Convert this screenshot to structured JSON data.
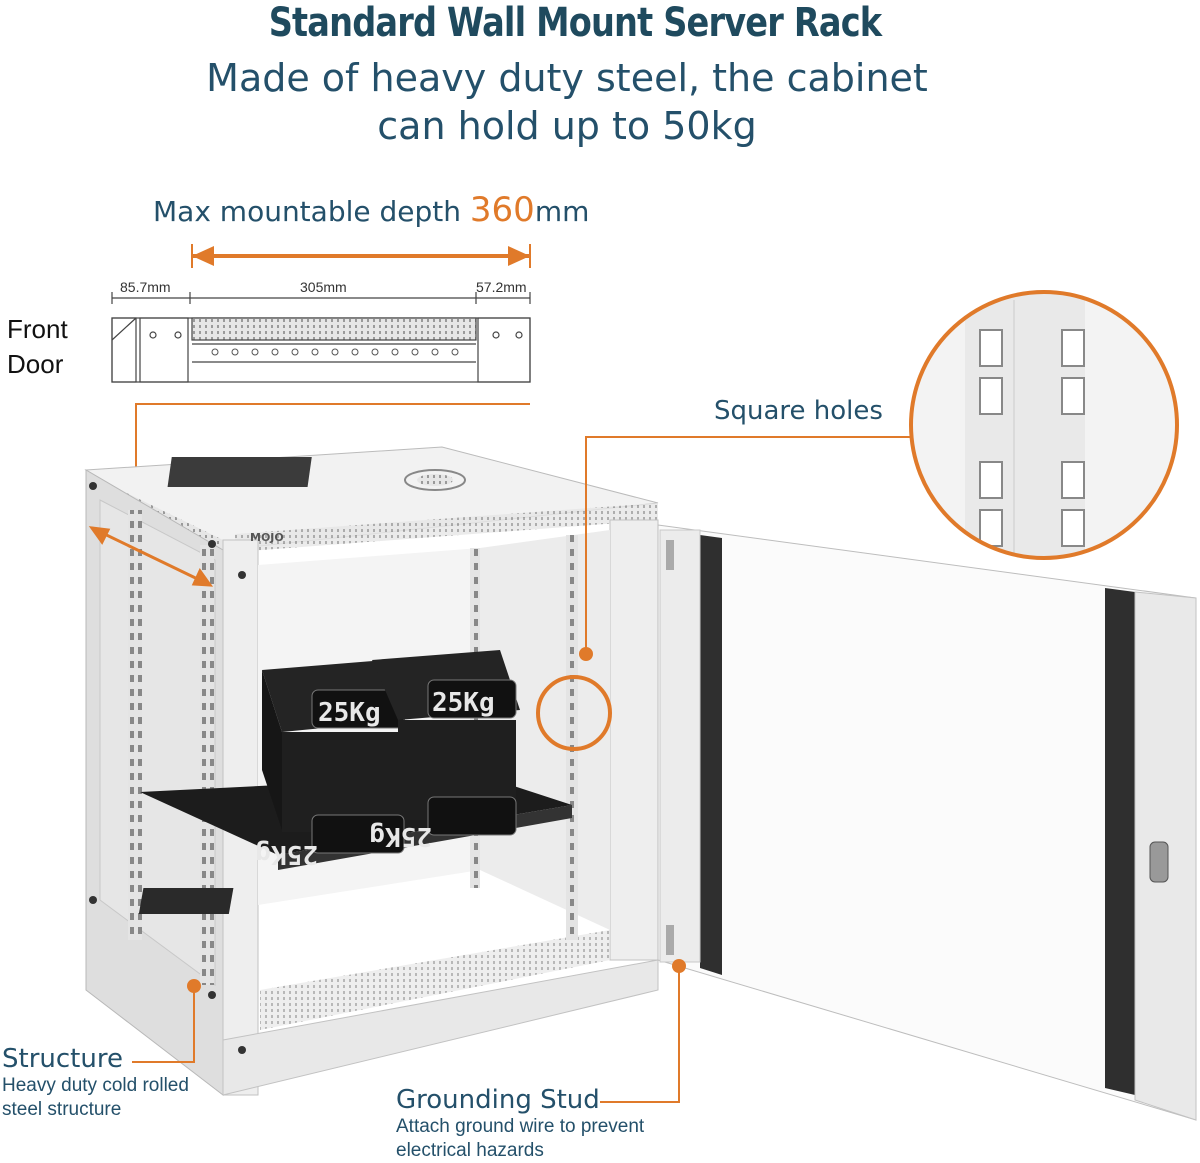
{
  "header": {
    "title": "Standard Wall Mount Server Rack",
    "subtitle_line1": "Made of heavy duty steel, the cabinet",
    "subtitle_line2": "can hold up to 50kg"
  },
  "depth": {
    "prefix": "Max mountable depth ",
    "value": "360",
    "unit": "mm"
  },
  "dimensions": {
    "left": "85.7mm",
    "middle": "305mm",
    "right": "57.2mm"
  },
  "labels": {
    "front_line1": "Front",
    "front_line2": "Door",
    "square_holes": "Square holes",
    "structure_title": "Structure",
    "structure_line1": "Heavy duty cold rolled",
    "structure_line2": "steel structure",
    "grounding_title": "Grounding Stud",
    "grounding_line1": "Attach ground wire to prevent",
    "grounding_line2": "electrical hazards"
  },
  "product": {
    "brand": "MOJO",
    "weight_label": "25Kg"
  },
  "colors": {
    "accent": "#e07a2a",
    "heading": "#1f4a5e",
    "text": "#24506a",
    "cabinet": "#ececec",
    "cabinet_dark": "#c8c8c8"
  }
}
